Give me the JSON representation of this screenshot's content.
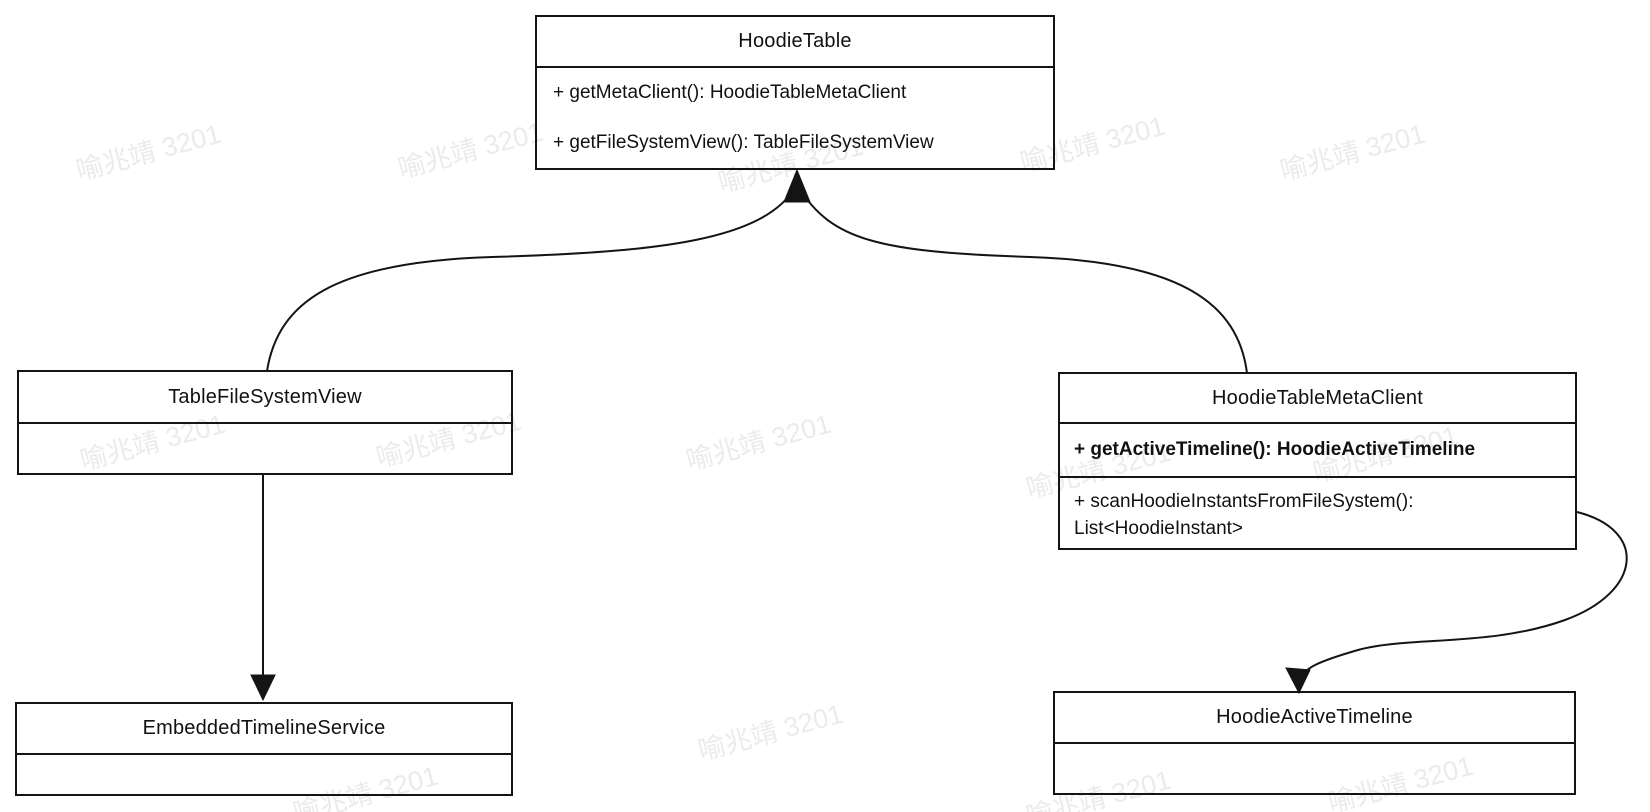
{
  "watermark": {
    "text": "喻兆靖 3201",
    "color": "#ebebeb"
  },
  "classes": {
    "hoodie_table": {
      "title": "HoodieTable",
      "methods": [
        "+ getMetaClient(): HoodieTableMetaClient",
        "+ getFileSystemView(): TableFileSystemView"
      ]
    },
    "table_file_system_view": {
      "title": "TableFileSystemView"
    },
    "hoodie_table_meta_client": {
      "title": "HoodieTableMetaClient",
      "methods": [
        "+ getActiveTimeline(): HoodieActiveTimeline",
        "+ scanHoodieInstantsFromFileSystem(): List<HoodieInstant>"
      ]
    },
    "embedded_timeline_service": {
      "title": "EmbeddedTimelineService"
    },
    "hoodie_active_timeline": {
      "title": "HoodieActiveTimeline"
    }
  },
  "edges": [
    {
      "from": "TableFileSystemView",
      "to": "HoodieTable",
      "style": "curved, solid arrowhead"
    },
    {
      "from": "HoodieTableMetaClient",
      "to": "HoodieTable",
      "style": "curved, solid arrowhead"
    },
    {
      "from": "TableFileSystemView",
      "to": "EmbeddedTimelineService",
      "style": "straight, solid arrowhead"
    },
    {
      "from": "HoodieTableMetaClient",
      "to": "HoodieActiveTimeline",
      "style": "curved, solid arrowhead"
    }
  ]
}
